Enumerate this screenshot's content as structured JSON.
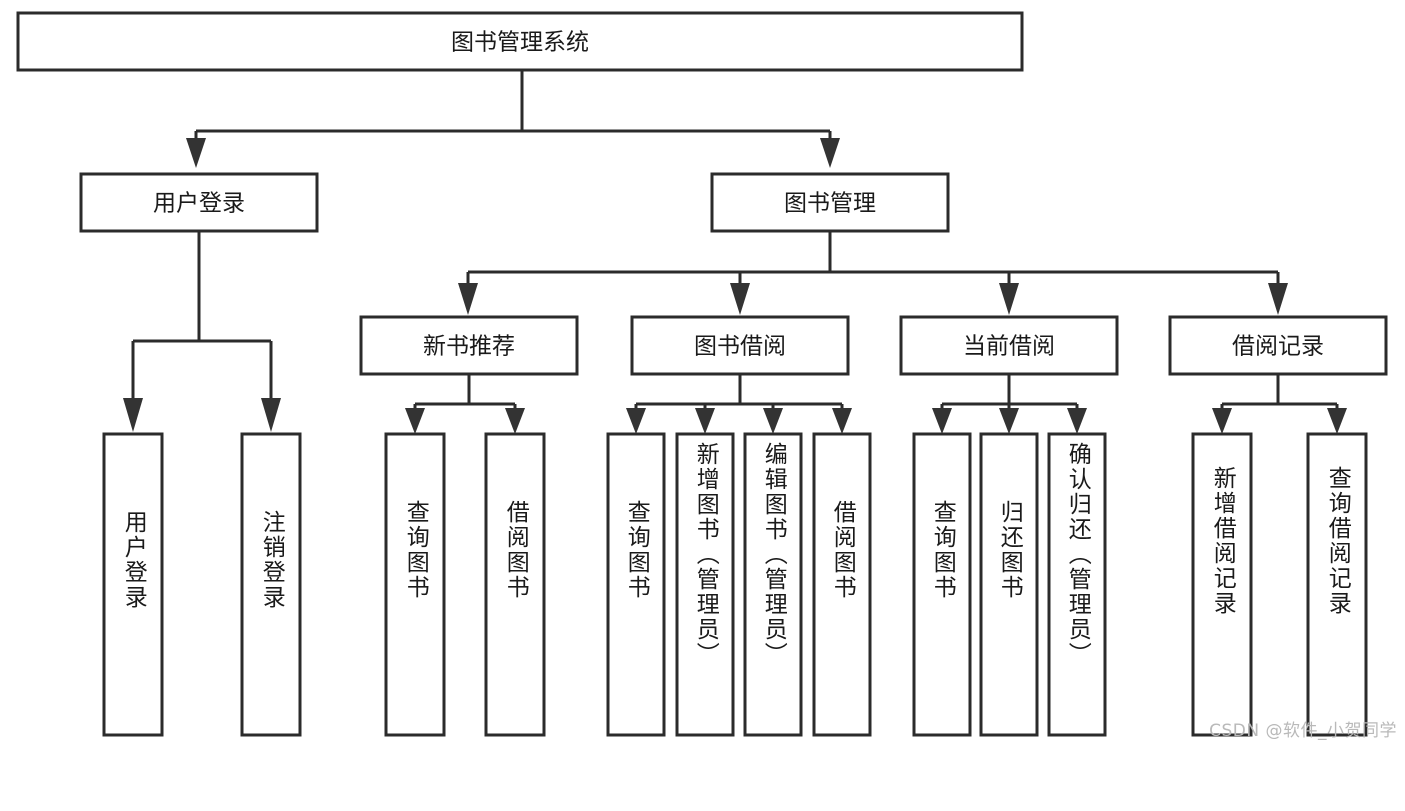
{
  "diagram": {
    "type": "tree",
    "title": "图书管理系统",
    "orientation": "top-down",
    "colors": {
      "background": "#ffffff",
      "box_fill": "#ffffff",
      "box_stroke": "#2b2b2b",
      "connector": "#2b2b2b",
      "arrow": "#333333",
      "text": "#1a1a1a",
      "watermark": "#b9b9b9"
    },
    "root": {
      "label": "图书管理系统"
    },
    "level2": [
      {
        "label": "用户登录"
      },
      {
        "label": "图书管理"
      }
    ],
    "level3": [
      {
        "label": "新书推荐"
      },
      {
        "label": "图书借阅"
      },
      {
        "label": "当前借阅"
      },
      {
        "label": "借阅记录"
      }
    ],
    "leaves": {
      "user_login": [
        {
          "label": "用户登录"
        },
        {
          "label": "注销登录"
        }
      ],
      "new_book_recommend": [
        {
          "label": "查询图书"
        },
        {
          "label": "借阅图书"
        }
      ],
      "book_borrow": [
        {
          "label": "查询图书"
        },
        {
          "label": "新增图书（管理员）"
        },
        {
          "label": "编辑图书（管理员）"
        },
        {
          "label": "借阅图书"
        }
      ],
      "current_borrow": [
        {
          "label": "查询图书"
        },
        {
          "label": "归还图书"
        },
        {
          "label": "确认归还（管理员）"
        }
      ],
      "borrow_record": [
        {
          "label": "新增借阅记录"
        },
        {
          "label": "查询借阅记录"
        }
      ]
    }
  },
  "watermark": {
    "text": "CSDN @软件_小贺同学"
  }
}
